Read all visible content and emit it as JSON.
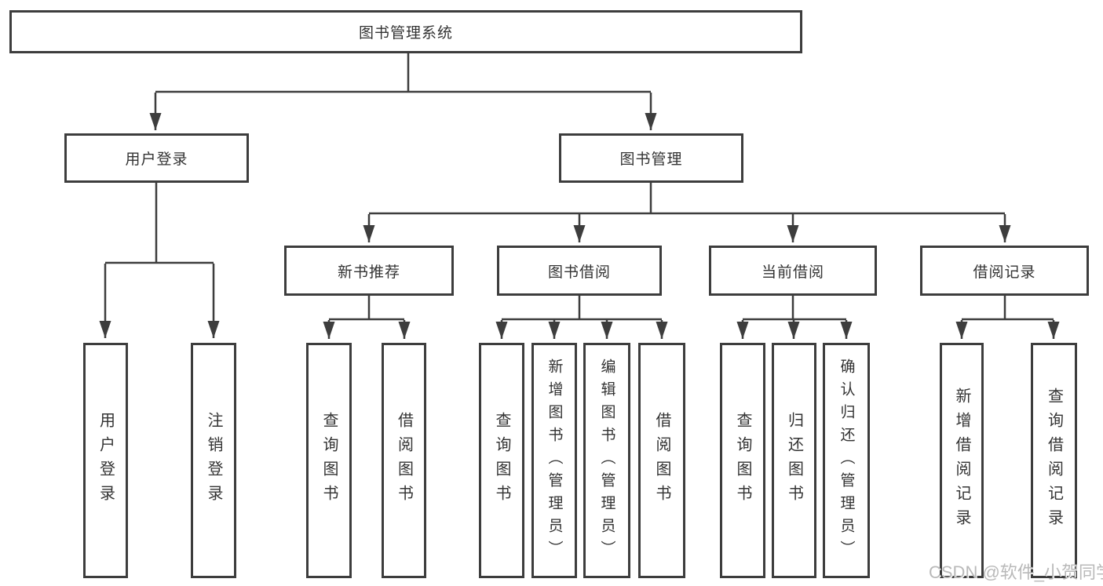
{
  "diagram": {
    "root": {
      "label": "图书管理系统"
    },
    "branches": [
      {
        "label": "用户登录",
        "children": [
          {
            "label": "用户登录"
          },
          {
            "label": "注销登录"
          }
        ]
      },
      {
        "label": "图书管理",
        "children": [
          {
            "label": "新书推荐",
            "children": [
              {
                "label": "查询图书"
              },
              {
                "label": "借阅图书"
              }
            ]
          },
          {
            "label": "图书借阅",
            "children": [
              {
                "label": "查询图书"
              },
              {
                "label": "新增图书（管理员）"
              },
              {
                "label": "编辑图书（管理员）"
              },
              {
                "label": "借阅图书"
              }
            ]
          },
          {
            "label": "当前借阅",
            "children": [
              {
                "label": "查询图书"
              },
              {
                "label": "归还图书"
              },
              {
                "label": "确认归还（管理员）"
              }
            ]
          },
          {
            "label": "借阅记录",
            "children": [
              {
                "label": "新增借阅记录"
              },
              {
                "label": "查询借阅记录"
              }
            ]
          }
        ]
      }
    ]
  },
  "watermark": {
    "text": "CSDN @软件_小贺同学"
  },
  "colors": {
    "line": "#3d3d3d",
    "box_border": "#3d3d3d",
    "text": "#333333",
    "watermark": "#b9b9b9",
    "background": "#ffffff"
  }
}
